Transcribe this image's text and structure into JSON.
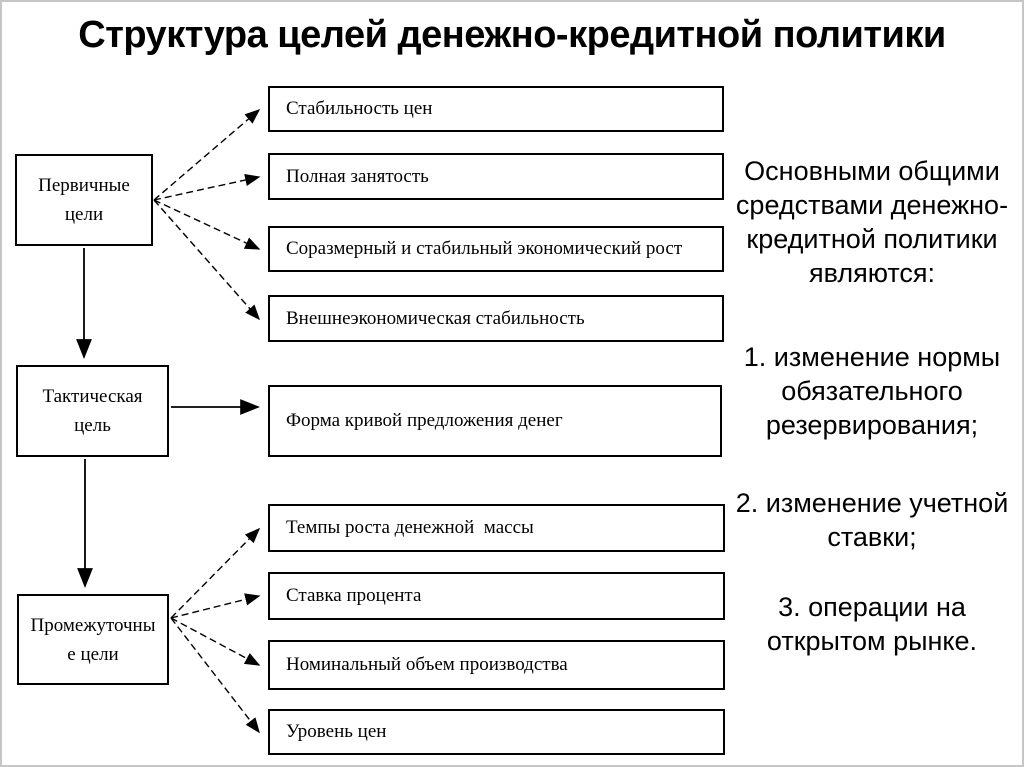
{
  "page": {
    "background": "#ffffff",
    "frame_color": "#c6c6c6",
    "ink_color": "#000000"
  },
  "title": "Структура целей денежно-кредитной политики",
  "diagram": {
    "left_nodes": [
      {
        "id": "primary",
        "lines": [
          "Первичные",
          "цели"
        ]
      },
      {
        "id": "tactical",
        "lines": [
          "Тактическая",
          "цель"
        ]
      },
      {
        "id": "intermediate",
        "lines": [
          "Промежуточны",
          "е цели"
        ]
      }
    ],
    "primary_goals": [
      "Стабильность цен",
      "Полная занятость",
      "Соразмерный и стабильный экономический рост",
      "Внешнеэкономическая стабильность"
    ],
    "tactical_goal": "Форма кривой предложения денег",
    "intermediate_goals": [
      "Темпы роста денежной  массы",
      "Ставка процента",
      "Номинальный объем производства",
      "Уровень цен"
    ]
  },
  "sidebar": {
    "intro": "Основными общими средствами денежно-кредитной политики являются:",
    "items": [
      "1. изменение нормы обязательного резервирования;",
      "2. изменение учетной ставки;",
      "3. операции на открытом рынке."
    ]
  }
}
